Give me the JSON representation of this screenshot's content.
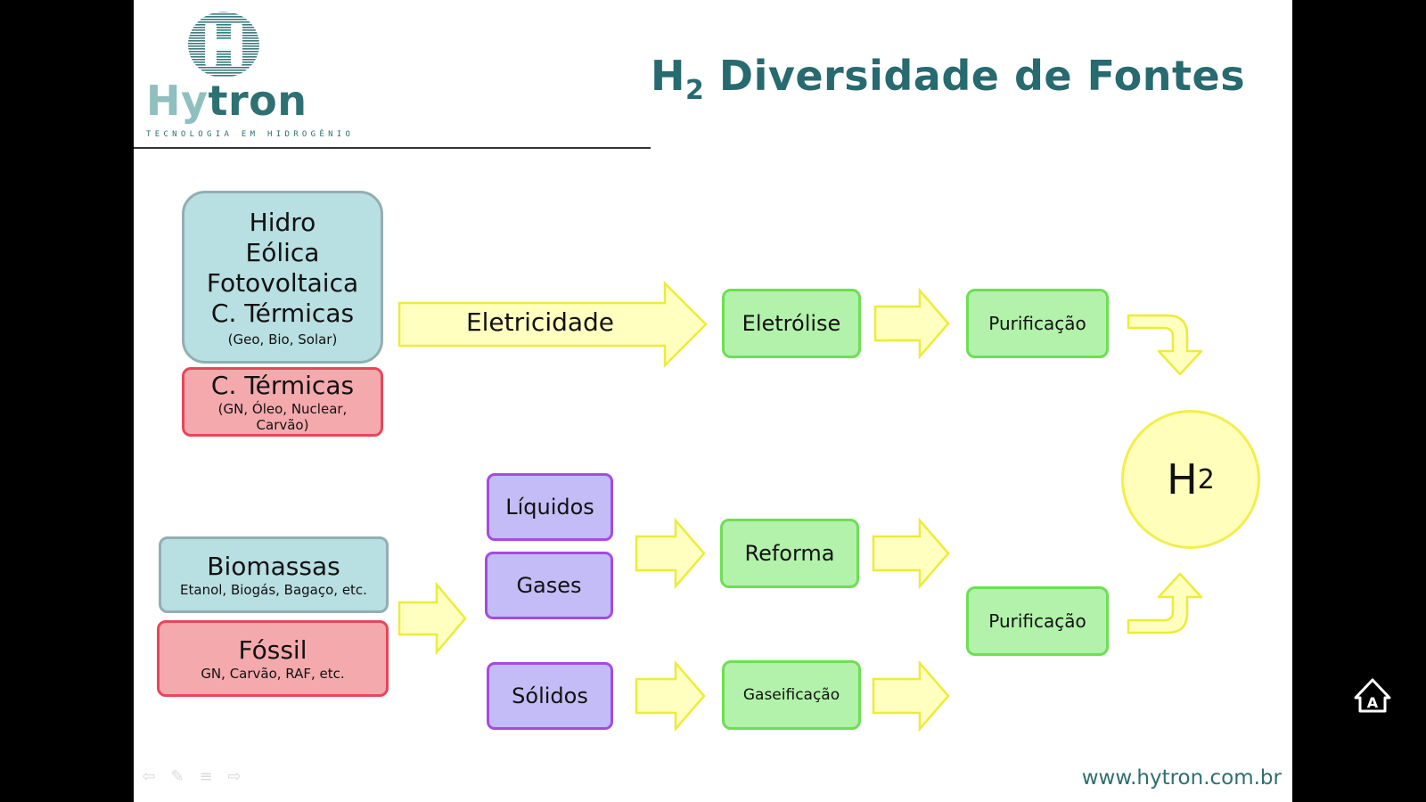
{
  "header": {
    "title_prefix": "H",
    "title_sub": "2",
    "title_rest": " Diversidade de Fontes"
  },
  "logo": {
    "brand_a": "Hy",
    "brand_b": "tron",
    "tagline": "TECNOLOGIA EM HIDROGÊNIO"
  },
  "sources": {
    "renewables": {
      "lines": [
        "Hidro",
        "Eólica",
        "Fotovoltaica",
        "C. Térmicas"
      ],
      "note": "(Geo, Bio, Solar)"
    },
    "thermal": {
      "label": "C. Térmicas",
      "note": "(GN, Óleo, Nuclear, Carvão)"
    },
    "biomass": {
      "label": "Biomassas",
      "note": "Etanol, Biogás, Bagaço, etc."
    },
    "fossil": {
      "label": "Fóssil",
      "note": "GN, Carvão, RAF, etc."
    }
  },
  "flow": {
    "electricity": "Eletricidade",
    "electrolysis": "Eletrólise",
    "purification_top": "Purificação",
    "purification_bottom": "Purificação",
    "liquids": "Líquidos",
    "gases": "Gases",
    "solids": "Sólidos",
    "reforming": "Reforma",
    "gasification": "Gaseificação"
  },
  "product": {
    "main": "H",
    "sub": "2"
  },
  "footer": {
    "url": "www.hytron.com.br"
  },
  "nav_icons": [
    "prev-arrow-icon",
    "pen-icon",
    "menu-icon",
    "next-arrow-icon"
  ],
  "colors": {
    "title": "#276a6f",
    "blue_fill": "#b8dfe2",
    "red_fill": "#f4a9ad",
    "purple_fill": "#c4bcf6",
    "green_fill": "#b2f2aa",
    "arrow_fill": "#ffffc0",
    "arrow_stroke": "#ecec3a",
    "circle_fill": "#ffffbb"
  }
}
